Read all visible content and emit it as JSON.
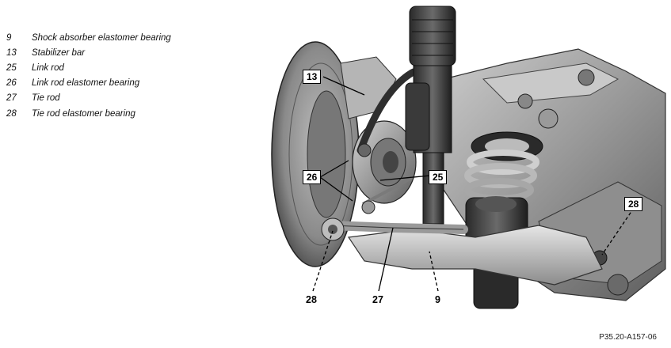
{
  "legend": [
    {
      "num": "9",
      "text": "Shock absorber elastomer bearing"
    },
    {
      "num": "13",
      "text": "Stabilizer bar"
    },
    {
      "num": "25",
      "text": "Link rod"
    },
    {
      "num": "26",
      "text": "Link rod elastomer bearing"
    },
    {
      "num": "27",
      "text": "Tie rod"
    },
    {
      "num": "28",
      "text": "Tie rod elastomer bearing"
    }
  ],
  "callouts": {
    "c13": "13",
    "c26": "26",
    "c25": "25",
    "c28_right": "28",
    "c28_bottom": "28",
    "c27_bottom": "27",
    "c9_bottom": "9"
  },
  "figure_ref": "P35.20-A157-06"
}
